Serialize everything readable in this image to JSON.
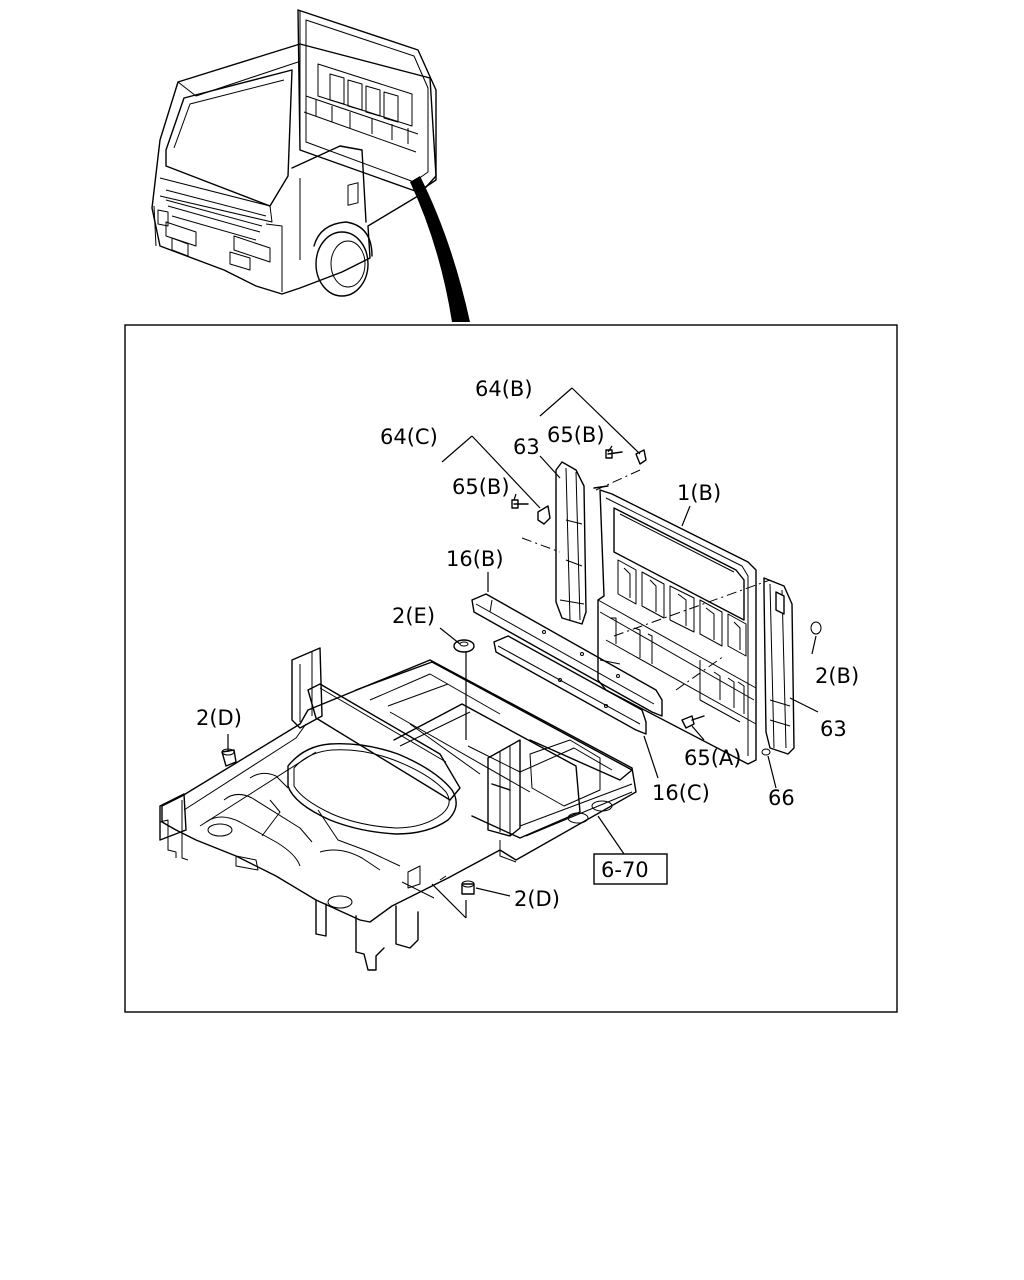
{
  "labels": {
    "l64b": "64(B)",
    "l64c": "64(C)",
    "l65b_top": "65(B)",
    "l65b_mid": "65(B)",
    "l63_top": "63",
    "l1b": "1(B)",
    "l16b": "16(B)",
    "l2e": "2(E)",
    "l2b": "2(B)",
    "l63_right": "63",
    "l2d_left": "2(D)",
    "l65a": "65(A)",
    "l16c": "16(C)",
    "l66": "66",
    "ref_box": "6-70",
    "l2d_bottom": "2(D)"
  }
}
